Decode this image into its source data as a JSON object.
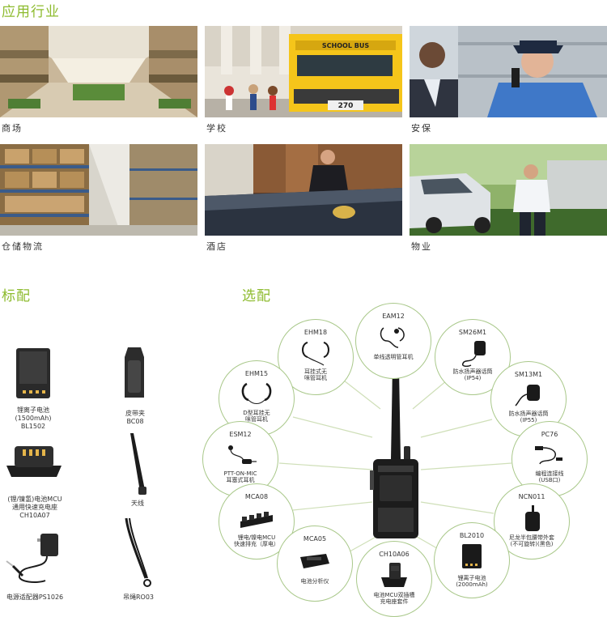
{
  "industry": {
    "title": "应用行业",
    "items": [
      {
        "label": "商场"
      },
      {
        "label": "学校",
        "bus_text": "SCHOOL BUS",
        "bus_number": "270"
      },
      {
        "label": "安保"
      },
      {
        "label": "仓储物流"
      },
      {
        "label": "酒店"
      },
      {
        "label": "物业"
      }
    ]
  },
  "standard": {
    "title": "标配",
    "items": [
      {
        "lines": [
          "锂离子电池",
          "(1500mAh)",
          "BL1502"
        ]
      },
      {
        "lines": [
          "皮带夹",
          "BC08"
        ]
      },
      {
        "lines": [
          "(锂/镍氢)电池MCU",
          "通用快速充电座",
          "CH10A07"
        ]
      },
      {
        "lines": [
          "天线"
        ]
      },
      {
        "lines": [
          "电源适配器PS1026"
        ]
      },
      {
        "lines": [
          "吊绳RO03"
        ]
      }
    ]
  },
  "optional": {
    "title": "选配",
    "items": [
      {
        "code": "EAM12",
        "lines": [
          "单线透明管耳机"
        ]
      },
      {
        "code": "EHM18",
        "lines": [
          "耳挂式无",
          "咪管耳机"
        ]
      },
      {
        "code": "SM26M1",
        "lines": [
          "防水扬声器话筒",
          "(IP54)"
        ]
      },
      {
        "code": "EHM15",
        "lines": [
          "D型耳挂无",
          "咪管耳机"
        ]
      },
      {
        "code": "SM13M1",
        "lines": [
          "防水扬声器话筒",
          "(IP55)"
        ]
      },
      {
        "code": "ESM12",
        "lines": [
          "PTT-ON-MIC",
          "耳塞式耳机"
        ]
      },
      {
        "code": "PC76",
        "lines": [
          "编程连接线",
          "(USB口)"
        ]
      },
      {
        "code": "MCA08",
        "lines": [
          "锂电/镍电MCU",
          "快速排充（厚电）"
        ]
      },
      {
        "code": "NCN011",
        "lines": [
          "尼龙半包腰带外套",
          "(不可旋转)(黑色)"
        ]
      },
      {
        "code": "MCA05",
        "lines": [
          "电池分析仪"
        ]
      },
      {
        "code": "CH10A06",
        "lines": [
          "电池MCU双插槽",
          "充电座套件"
        ]
      },
      {
        "code": "BL2010",
        "lines": [
          "锂离子电池",
          "(2000mAh)"
        ]
      }
    ]
  },
  "colors": {
    "accent": "#8dbb2e",
    "circle_border": "#a9c88a",
    "line": "#cfdfb8"
  }
}
